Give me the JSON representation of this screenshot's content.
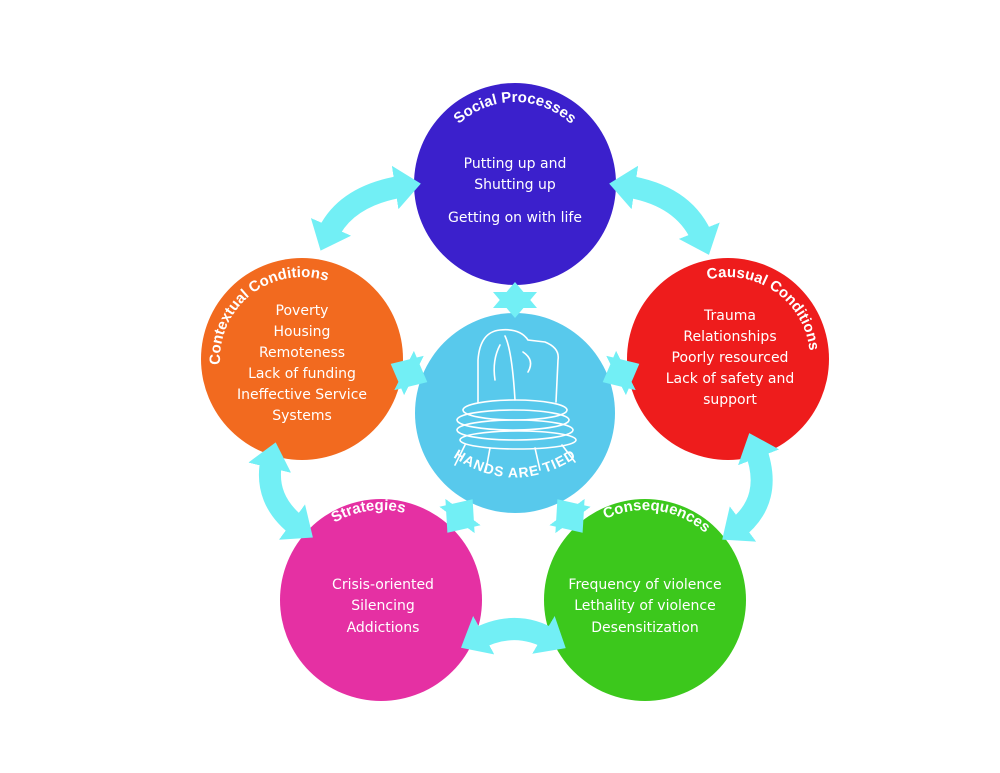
{
  "colors": {
    "arrow": "#72eff5",
    "center": "#58c9ec",
    "social": "#3b20cc",
    "contextual": "#f26a1f",
    "causal": "#ee1c1c",
    "strategies": "#e530a3",
    "consequences": "#3cc81c"
  },
  "center": {
    "label": "HANDS ARE TIED",
    "icon": "tied-hands-icon"
  },
  "nodes": {
    "social": {
      "title": "Social Processes",
      "lines": [
        "Putting up and",
        "Shutting up",
        "Getting on with life"
      ]
    },
    "contextual": {
      "title": "Contextual Conditions",
      "lines": [
        "Poverty",
        "Housing",
        "Remoteness",
        "Lack of funding",
        "Ineffective Service",
        "Systems"
      ]
    },
    "causal": {
      "title": "Causual Conditions",
      "lines": [
        "Trauma",
        "Relationships",
        "Poorly resourced",
        "Lack of safety and",
        "support"
      ]
    },
    "strategies": {
      "title": "Strategies",
      "lines": [
        "Crisis-oriented",
        "Silencing",
        "Addictions"
      ]
    },
    "consequences": {
      "title": "Consequences",
      "lines": [
        "Frequency of violence",
        "Lethality of violence",
        "Desensitization"
      ]
    }
  }
}
